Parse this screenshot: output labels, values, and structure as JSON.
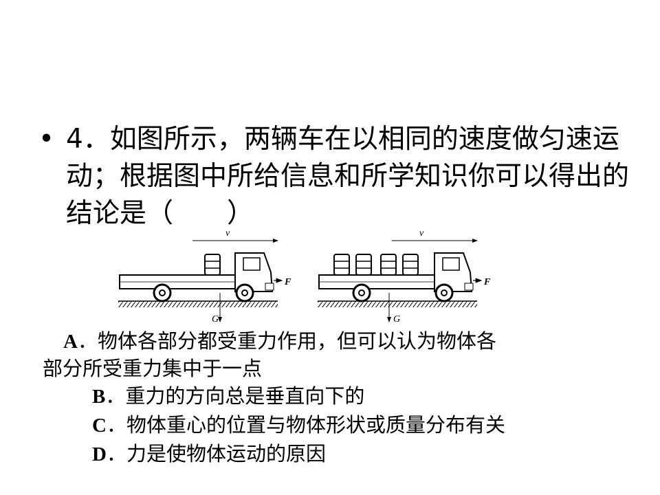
{
  "question": {
    "bullet": "•",
    "text": "4．如图所示，两辆车在以相同的速度做匀速运动；根据图中所给信息和所学知识你可以得出的结论是（　　）"
  },
  "figure": {
    "velocity_label": "v",
    "force_label": "F",
    "gravity_label": "G",
    "truck_left_barrels": 1,
    "truck_right_barrels": 4
  },
  "options": {
    "a": {
      "letter": "A",
      "line1": "．物体各部分都受重力作用，但可以认为物体各",
      "line2": "部分所受重力集中于一点"
    },
    "b": {
      "letter": "B",
      "text": "．重力的方向总是垂直向下的"
    },
    "c": {
      "letter": "C",
      "text": "．物体重心的位置与物体形状或质量分布有关"
    },
    "d": {
      "letter": "D",
      "text": "．力是使物体运动的原因"
    }
  }
}
